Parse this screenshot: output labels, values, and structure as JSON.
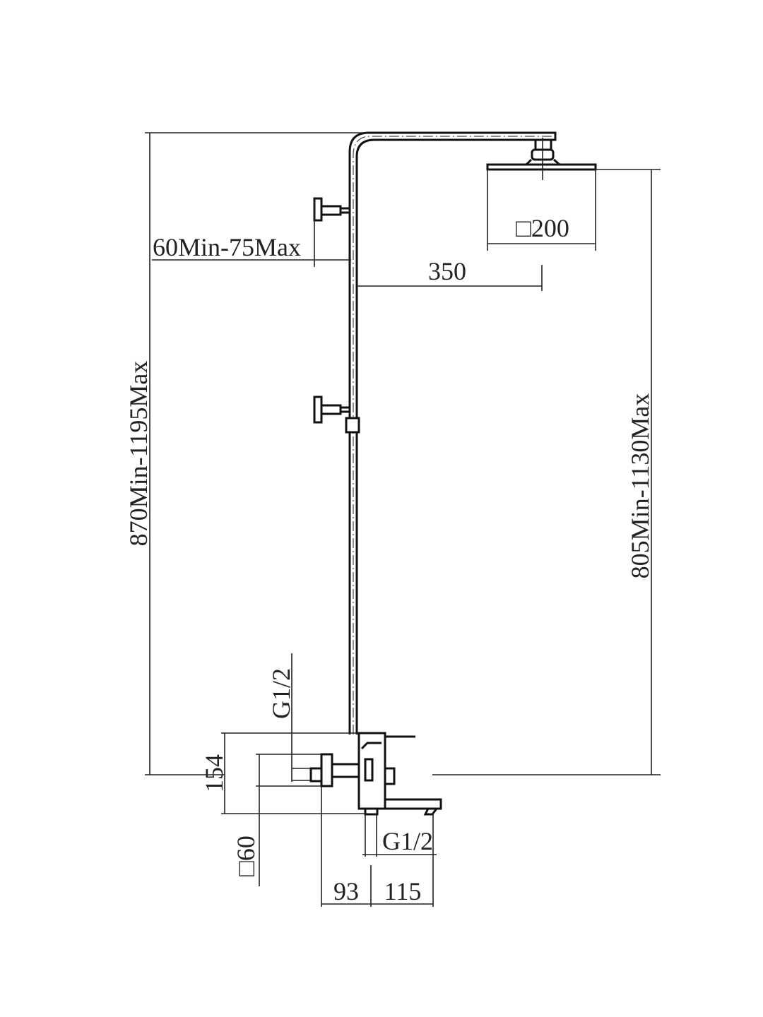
{
  "dimensions": {
    "wall_offset": "60Min-75Max",
    "arm_length": "350",
    "head_size": "□200",
    "total_height": "870Min-1195Max",
    "head_height": "805Min-1130Max",
    "inlet_thread": "G1/2",
    "outlet_thread": "G1/2",
    "mixer_height": "154",
    "escutcheon_size": "□60",
    "mixer_depth": "93",
    "spout_length": "115"
  }
}
